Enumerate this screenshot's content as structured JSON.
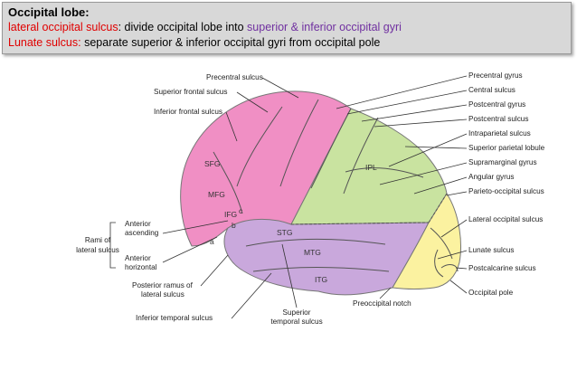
{
  "header": {
    "title": "Occipital lobe:",
    "line1": {
      "term": "lateral occipital sulcus",
      "mid": ": divide occipital lobe into ",
      "highlight": "superior & inferior occipital gyri"
    },
    "line2": {
      "term": "Lunate sulcus:",
      "rest": " separate superior & inferior occipital gyri from occipital pole"
    }
  },
  "diagram": {
    "colors": {
      "frontal": "#f08fc4",
      "parietal": "#c9e3a0",
      "temporal": "#c9a8dc",
      "occipital": "#fbf2a0"
    },
    "regions": {
      "sfg": "SFG",
      "mfg": "MFG",
      "ifg": "IFG",
      "ipl": "IPL",
      "stg": "STG",
      "mtg": "MTG",
      "itg": "ITG",
      "a": "a",
      "b": "b",
      "c": "c"
    },
    "left_labels": {
      "precentral_sulcus": "Precentral sulcus",
      "superior_frontal_sulcus": "Superior frontal sulcus",
      "inferior_frontal_sulcus": "Inferior frontal sulcus",
      "rami_1": "Rami of",
      "rami_2": "lateral sulcus",
      "anterior_ascending_1": "Anterior",
      "anterior_ascending_2": "ascending",
      "anterior_horizontal_1": "Anterior",
      "anterior_horizontal_2": "horizontal",
      "posterior_ramus_1": "Posterior ramus of",
      "posterior_ramus_2": "lateral sulcus",
      "inferior_temporal_sulcus": "Inferior temporal sulcus",
      "superior_temporal_sulcus_1": "Superior",
      "superior_temporal_sulcus_2": "temporal sulcus",
      "preoccipital_notch": "Preoccipital notch"
    },
    "right_labels": {
      "precentral_gyrus": "Precentral gyrus",
      "central_sulcus": "Central sulcus",
      "postcentral_gyrus": "Postcentral gyrus",
      "postcentral_sulcus": "Postcentral sulcus",
      "intraparietal_sulcus": "Intraparietal sulcus",
      "superior_parietal_lobule": "Superior parietal lobule",
      "supramarginal_gyrus": "Supramarginal gyrus",
      "angular_gyrus": "Angular gyrus",
      "parieto_occipital_sulcus": "Parieto-occipital sulcus",
      "lateral_occipital_sulcus": "Lateral occipital sulcus",
      "lunate_sulcus": "Lunate sulcus",
      "postcalcarine_sulcus": "Postcalcarine sulcus",
      "occipital_pole": "Occipital pole"
    }
  }
}
